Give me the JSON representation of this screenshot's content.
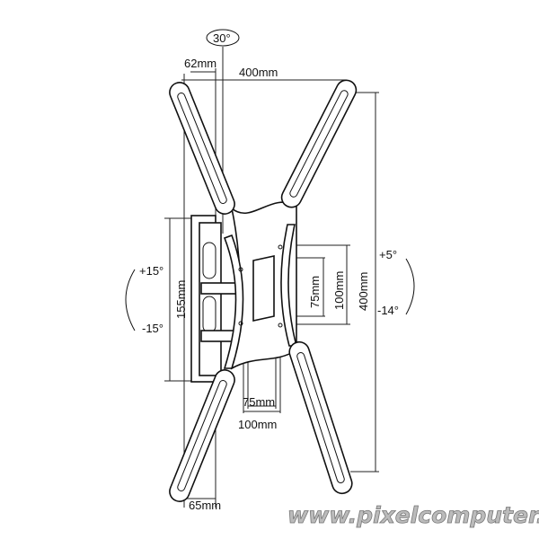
{
  "diagram": {
    "swivel_angle": "30°",
    "arm_offset_top": "62mm",
    "arm_offset_bottom": "65mm",
    "max_vesa_width": "400mm",
    "max_vesa_height": "400mm",
    "wall_plate_height": "155mm",
    "min_vesa_h_75": "75mm",
    "min_vesa_h_100": "100mm",
    "min_vesa_v_75": "75mm",
    "min_vesa_v_100": "100mm",
    "swivel_plus": "+15°",
    "swivel_minus": "-15°",
    "tilt_plus": "+5°",
    "tilt_minus": "-14°"
  },
  "watermark": "www.pixelcomputer.hu"
}
